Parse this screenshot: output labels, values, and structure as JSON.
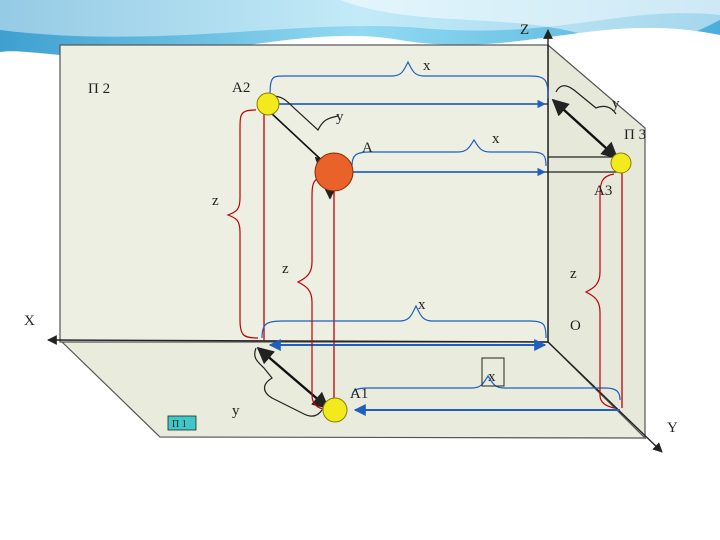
{
  "diagram": {
    "labels": {
      "axis_z": "Z",
      "axis_x": "X",
      "axis_y": "Y",
      "origin": "O",
      "plane_front": "Π 2",
      "plane_side": "Π 3",
      "plane_horizontal": "Π 1",
      "point_a": "A",
      "point_a1": "A1",
      "point_a2": "A2",
      "point_a3": "A3",
      "coord_x_top": "x",
      "coord_x_mid": "x",
      "coord_x_front": "x",
      "coord_x_box": "x",
      "coord_y_front": "y",
      "coord_y_side": "y",
      "coord_y_bottom": "y",
      "coord_z_left": "z",
      "coord_z_mid": "z",
      "coord_z_side": "z"
    },
    "colors": {
      "background_top": "#3aa8d8",
      "plane_fill": "#ecefe2",
      "plane_edge": "#555555",
      "projection_red": "#c00000",
      "dimension_blue": "#1f5fbf",
      "point_yellow": "#f2ea1c",
      "point_main": "#e8622a",
      "axis": "#222222",
      "pi1_tag": "#40c8c8"
    }
  }
}
